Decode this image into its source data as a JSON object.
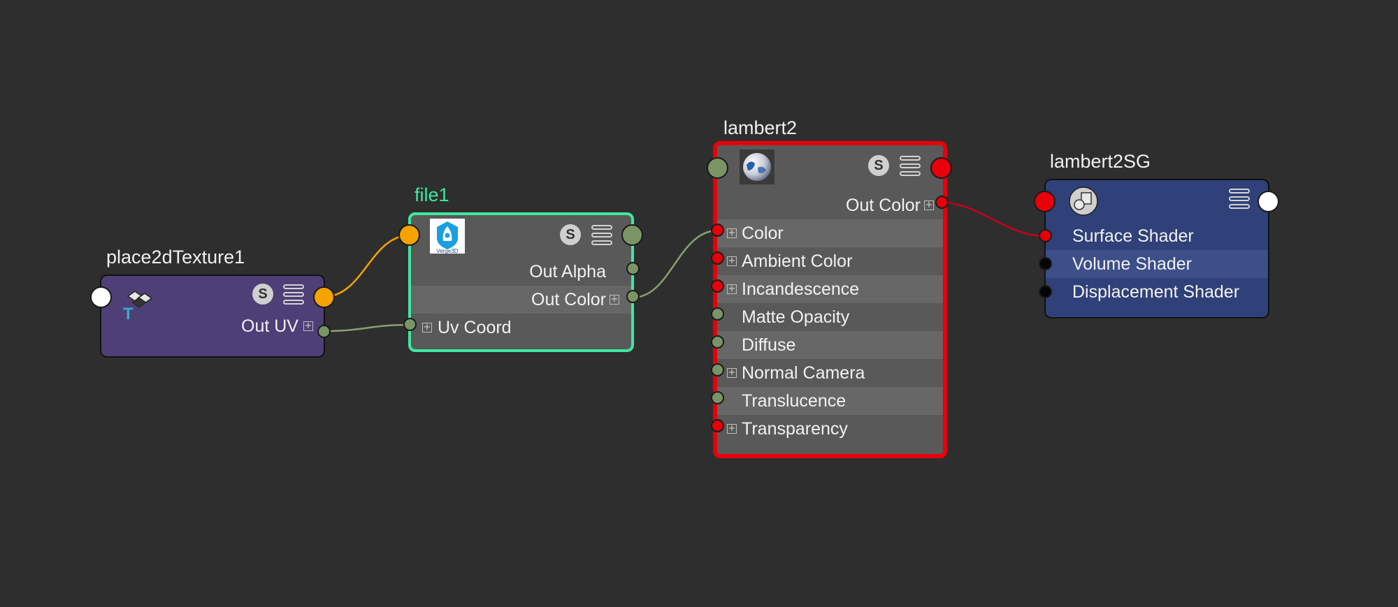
{
  "nodes": {
    "place2d": {
      "title": "place2dTexture1",
      "icon": "place2d-texture-icon",
      "rows": [
        "Out UV"
      ]
    },
    "file1": {
      "title": "file1",
      "icon": "verge3d-logo-icon",
      "logo_text": "Verge3D",
      "rows": [
        "Out Alpha",
        "Out Color",
        "Uv Coord"
      ]
    },
    "lambert2": {
      "title": "lambert2",
      "icon": "lambert-sphere-icon",
      "rows": [
        "Out Color",
        "Color",
        "Ambient Color",
        "Incandescence",
        "Matte Opacity",
        "Diffuse",
        "Normal Camera",
        "Translucence",
        "Transparency"
      ]
    },
    "lambert2SG": {
      "title": "lambert2SG",
      "icon": "shading-group-icon",
      "rows": [
        "Surface Shader",
        "Volume Shader",
        "Displacement Shader"
      ]
    }
  },
  "swatch_label": "S",
  "colors": {
    "background": "#2e2e2e",
    "place2d_body": "#4e3f77",
    "file_body": "#595959",
    "file_highlight": "#3ee8a0",
    "lambert_highlight": "#e8000a",
    "sg_body": "#2f4178",
    "wire_orange": "#f5a300",
    "wire_green": "#8aa070",
    "wire_red": "#c8001a"
  }
}
